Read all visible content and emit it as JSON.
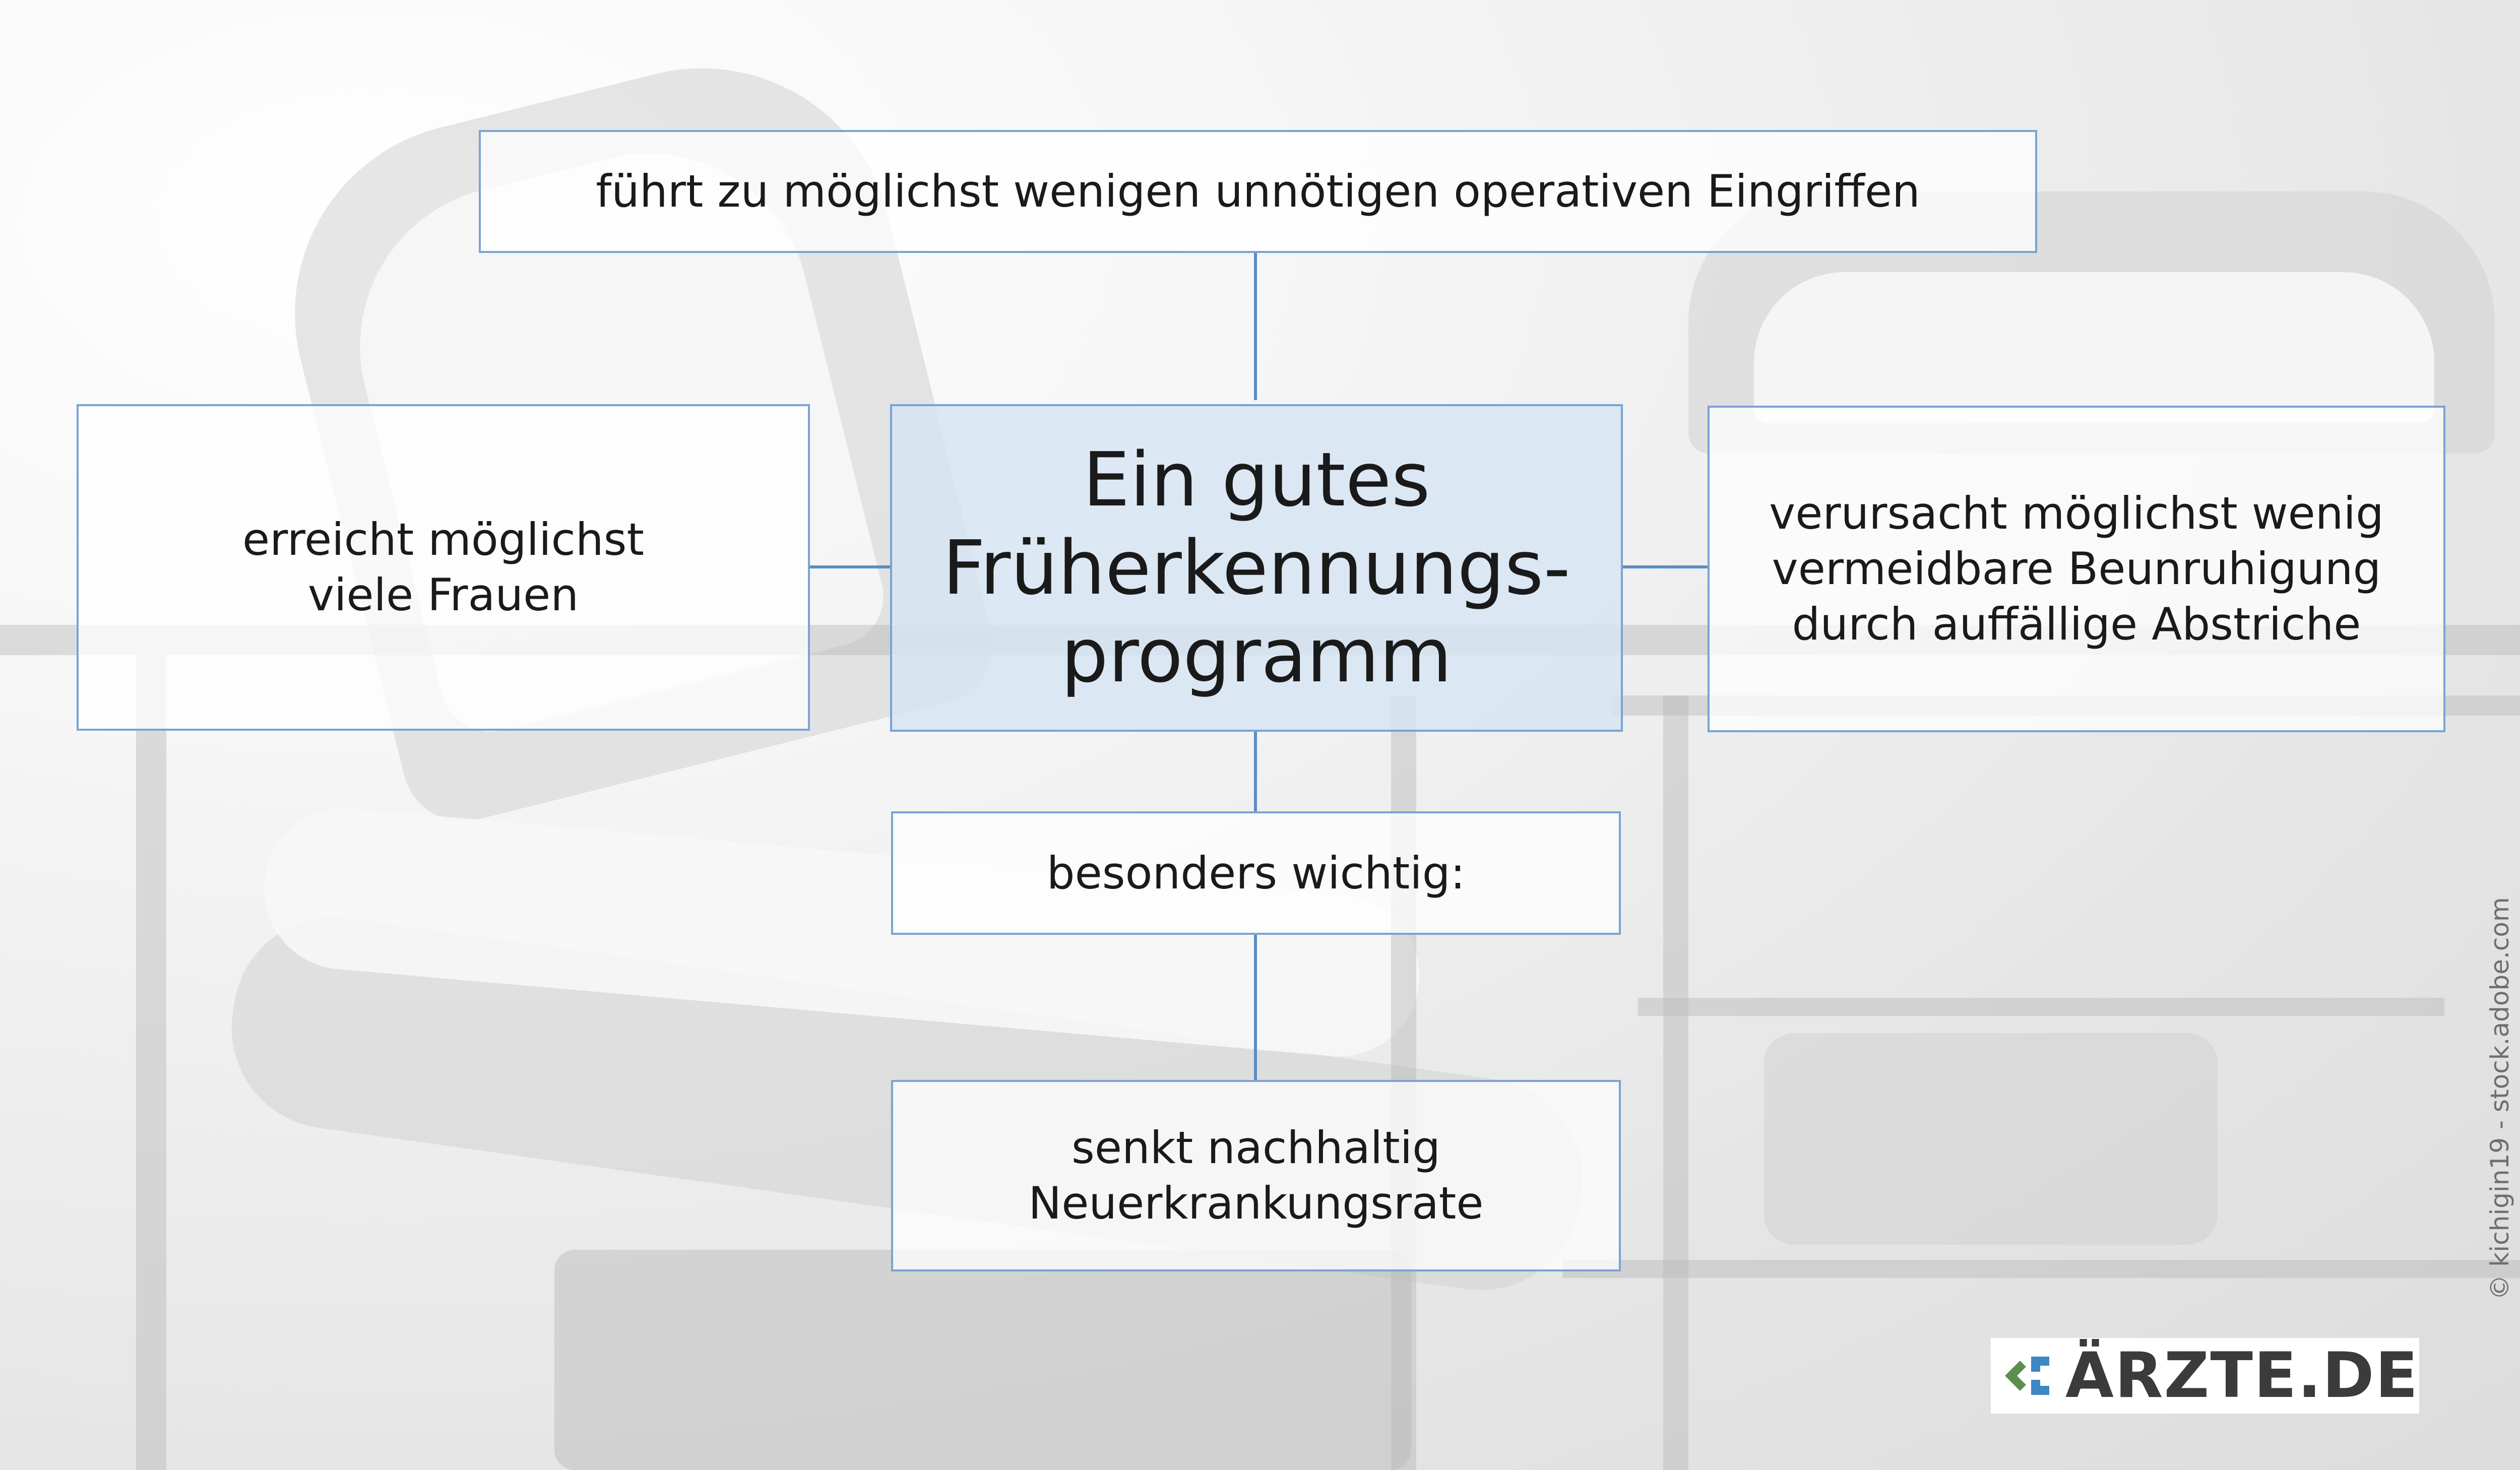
{
  "nodes": {
    "top": "führt zu möglichst wenigen unnötigen operativen Eingriffen",
    "left_line1": "erreicht möglichst",
    "left_line2": "viele Frauen",
    "center_line1": "Ein gutes",
    "center_line2": "Früherkennungs-",
    "center_line3": "programm",
    "right_line1": "verursacht möglichst wenig",
    "right_line2": "vermeidbare Beunruhigung",
    "right_line3": "durch auffällige Abstriche",
    "middle": "besonders wichtig:",
    "bottom_line1": "senkt nachhaltig",
    "bottom_line2": "Neuerkrankungsrate"
  },
  "logo": {
    "text": "ÄRZTE.DE"
  },
  "credit": "© kichigin19 - stock.adobe.com",
  "colors": {
    "box_border": "#7aa3d3",
    "connector": "#5b8cc7",
    "center_fill": "#d6e4f3",
    "logo_green": "#5a8f4e",
    "logo_blue": "#3f86c4"
  }
}
